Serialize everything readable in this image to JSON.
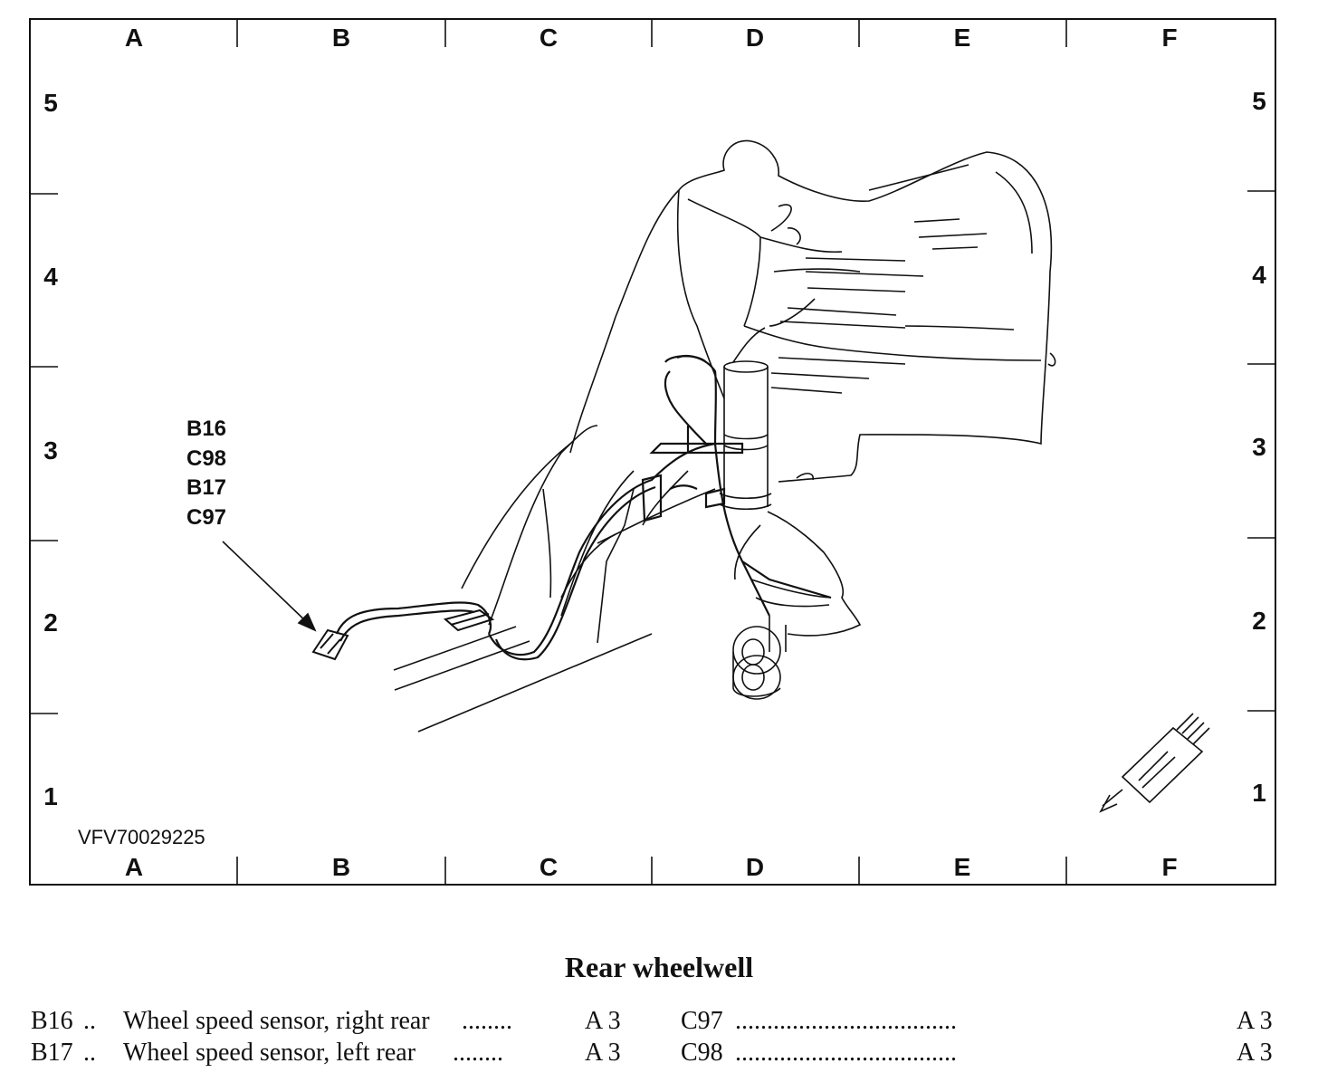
{
  "grid": {
    "columns": [
      "A",
      "B",
      "C",
      "D",
      "E",
      "F"
    ],
    "rows": [
      "5",
      "4",
      "3",
      "2",
      "1"
    ]
  },
  "callout": {
    "labels": [
      "B16",
      "C98",
      "B17",
      "C97"
    ]
  },
  "figure_code": "VFV70029225",
  "title": "Rear wheelwell",
  "legend": {
    "left": [
      {
        "id": "B16",
        "sep": "..",
        "desc": "Wheel speed sensor, right rear",
        "dots": "........",
        "loc": "A 3"
      },
      {
        "id": "B17",
        "sep": "..",
        "desc": "Wheel speed sensor, left rear",
        "dots": "........",
        "loc": "A 3"
      }
    ],
    "right": [
      {
        "id": "C97",
        "dots": "...................................",
        "loc": "A 3"
      },
      {
        "id": "C98",
        "dots": "...................................",
        "loc": "A 3"
      }
    ]
  }
}
